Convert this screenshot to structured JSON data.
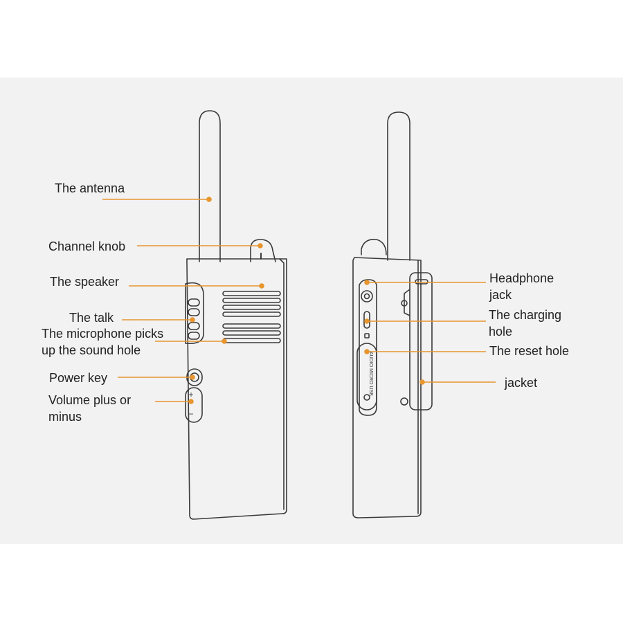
{
  "colors": {
    "background": "#ffffff",
    "panel": "#f2f2f2",
    "outline": "#3a3a3a",
    "leader": "#e8952e",
    "text": "#222222"
  },
  "labels": {
    "antenna": "The antenna",
    "channel_knob": "Channel knob",
    "speaker": "The speaker",
    "talk": "The talk",
    "microphone_line1": "The microphone picks",
    "microphone_line2": "up the sound hole",
    "power_key": "Power key",
    "volume_line1": "Volume plus or",
    "volume_line2": "minus",
    "headphone_line1": "Headphone",
    "headphone_line2": "jack",
    "charging_line1": "The charging",
    "charging_line2": "hole",
    "reset": "The reset hole",
    "jacket": "jacket"
  },
  "device_text": {
    "volume_plus": "+",
    "volume_minus": "−",
    "port_caption": "AUDIO MICRO USB"
  }
}
